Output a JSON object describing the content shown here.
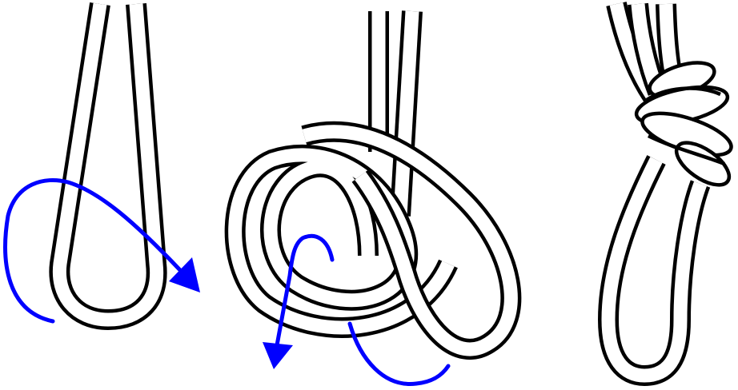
{
  "diagram": {
    "steps": [
      {
        "id": "step-1-bight"
      },
      {
        "id": "step-2-wrap"
      },
      {
        "id": "step-3-finished-knot"
      }
    ],
    "colors": {
      "rope_outline": "#000000",
      "rope_fill": "#ffffff",
      "arrow": "#0000ff",
      "background": "#ffffff"
    }
  }
}
